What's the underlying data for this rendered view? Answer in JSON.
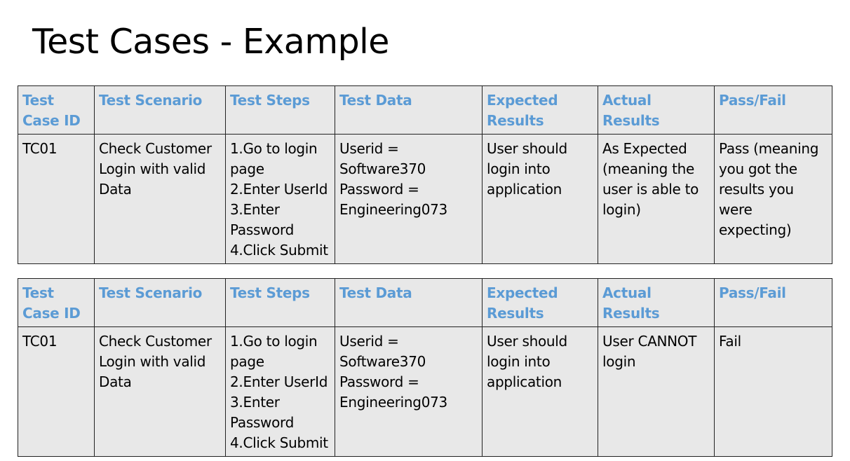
{
  "title": "Test Cases - Example",
  "tables": [
    {
      "headers": [
        "Test Case ID",
        "Test Scenario",
        "Test Steps",
        "Test Data",
        "Expected Results",
        "Actual Results",
        "Pass/Fail"
      ],
      "row": {
        "test_case_id": "TC01",
        "test_scenario": "Check Customer Login with valid Data",
        "test_steps": "1.Go to login page\n2.Enter UserId\n3.Enter Password\n4.Click Submit",
        "test_data": "Userid = Software370\nPassword = Engineering073",
        "expected_results": "User should login into application",
        "actual_results": "As Expected (meaning the user is able to login)",
        "pass_fail": "Pass (meaning you got the results you were expecting)"
      }
    },
    {
      "headers": [
        "Test Case ID",
        "Test Scenario",
        "Test Steps",
        "Test Data",
        "Expected Results",
        "Actual Results",
        "Pass/Fail"
      ],
      "row": {
        "test_case_id": "TC01",
        "test_scenario": "Check Customer Login with valid Data",
        "test_steps": "1.Go to login page\n2.Enter UserId\n3.Enter Password\n4.Click Submit",
        "test_data": "Userid = Software370\nPassword = Engineering073",
        "expected_results": "User should login into application",
        "actual_results": "User CANNOT login",
        "pass_fail": "Fail"
      }
    }
  ]
}
